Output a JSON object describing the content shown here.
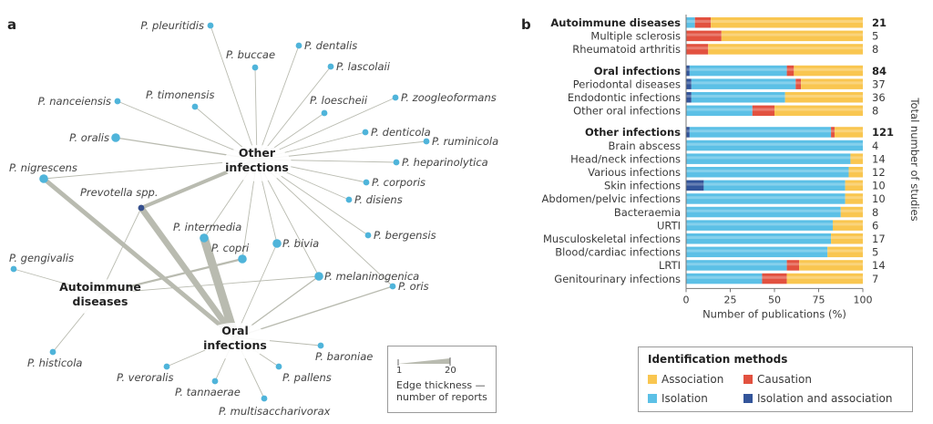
{
  "panel_a": {
    "letter": "a",
    "hubs": {
      "other": [
        "Other",
        "infections"
      ],
      "auto": [
        "Autoimmune",
        "diseases"
      ],
      "oral": [
        "Oral",
        "infections"
      ]
    },
    "species": [
      {
        "id": "pleuritidis",
        "label": "P. pleuritidis"
      },
      {
        "id": "buccae",
        "label": "P. buccae"
      },
      {
        "id": "dentalis",
        "label": "P. dentalis"
      },
      {
        "id": "lascolaii",
        "label": "P. lascolaii"
      },
      {
        "id": "nanceiensis",
        "label": "P. nanceiensis"
      },
      {
        "id": "timonensis",
        "label": "P. timonensis"
      },
      {
        "id": "loescheii",
        "label": "P. loescheii"
      },
      {
        "id": "zoogleoformans",
        "label": "P. zoogleoformans"
      },
      {
        "id": "oralis",
        "label": "P. oralis"
      },
      {
        "id": "denticola",
        "label": "P. denticola"
      },
      {
        "id": "ruminicola",
        "label": "P. ruminicola"
      },
      {
        "id": "heparinolytica",
        "label": "P. heparinolytica"
      },
      {
        "id": "nigrescens",
        "label": "P. nigrescens"
      },
      {
        "id": "corporis",
        "label": "P. corporis"
      },
      {
        "id": "disiens",
        "label": "P. disiens"
      },
      {
        "id": "prevotella_spp",
        "label": "Prevotella spp."
      },
      {
        "id": "intermedia",
        "label": "P. intermedia"
      },
      {
        "id": "copri",
        "label": "P. copri"
      },
      {
        "id": "bivia",
        "label": "P. bivia"
      },
      {
        "id": "bergensis",
        "label": "P. bergensis"
      },
      {
        "id": "melaninogenica",
        "label": "P. melaninogenica"
      },
      {
        "id": "oris",
        "label": "P. oris"
      },
      {
        "id": "gengivalis",
        "label": "P. gengivalis"
      },
      {
        "id": "histicola",
        "label": "P. histicola"
      },
      {
        "id": "veroralis",
        "label": "P. veroralis"
      },
      {
        "id": "tannaerae",
        "label": "P. tannaerae"
      },
      {
        "id": "multisaccharivorax",
        "label": "P. multisaccharivorax"
      },
      {
        "id": "pallens",
        "label": "P. pallens"
      },
      {
        "id": "baroniae",
        "label": "P. baroniae"
      }
    ],
    "edges": [
      {
        "from": "other",
        "to": "pleuritidis",
        "reports": 1
      },
      {
        "from": "other",
        "to": "buccae",
        "reports": 1
      },
      {
        "from": "other",
        "to": "dentalis",
        "reports": 1
      },
      {
        "from": "other",
        "to": "lascolaii",
        "reports": 1
      },
      {
        "from": "other",
        "to": "nanceiensis",
        "reports": 1
      },
      {
        "from": "other",
        "to": "timonensis",
        "reports": 1
      },
      {
        "from": "other",
        "to": "loescheii",
        "reports": 1
      },
      {
        "from": "other",
        "to": "zoogleoformans",
        "reports": 1
      },
      {
        "from": "other",
        "to": "oralis",
        "reports": 2
      },
      {
        "from": "other",
        "to": "denticola",
        "reports": 1
      },
      {
        "from": "other",
        "to": "ruminicola",
        "reports": 1
      },
      {
        "from": "other",
        "to": "heparinolytica",
        "reports": 1
      },
      {
        "from": "other",
        "to": "nigrescens",
        "reports": 1
      },
      {
        "from": "other",
        "to": "corporis",
        "reports": 1
      },
      {
        "from": "other",
        "to": "disiens",
        "reports": 1
      },
      {
        "from": "other",
        "to": "prevotella_spp",
        "reports": 8
      },
      {
        "from": "other",
        "to": "intermedia",
        "reports": 1
      },
      {
        "from": "other",
        "to": "copri",
        "reports": 1
      },
      {
        "from": "other",
        "to": "bivia",
        "reports": 1
      },
      {
        "from": "other",
        "to": "bergensis",
        "reports": 1
      },
      {
        "from": "other",
        "to": "melaninogenica",
        "reports": 1
      },
      {
        "from": "other",
        "to": "oris",
        "reports": 1
      },
      {
        "from": "auto",
        "to": "gengivalis",
        "reports": 1
      },
      {
        "from": "auto",
        "to": "histicola",
        "reports": 1
      },
      {
        "from": "auto",
        "to": "prevotella_spp",
        "reports": 1
      },
      {
        "from": "auto",
        "to": "copri",
        "reports": 4
      },
      {
        "from": "auto",
        "to": "melaninogenica",
        "reports": 1
      },
      {
        "from": "oral",
        "to": "nigrescens",
        "reports": 10
      },
      {
        "from": "oral",
        "to": "prevotella_spp",
        "reports": 14
      },
      {
        "from": "oral",
        "to": "intermedia",
        "reports": 20
      },
      {
        "from": "oral",
        "to": "bivia",
        "reports": 1
      },
      {
        "from": "oral",
        "to": "melaninogenica",
        "reports": 2
      },
      {
        "from": "oral",
        "to": "oris",
        "reports": 2
      },
      {
        "from": "oral",
        "to": "veroralis",
        "reports": 1
      },
      {
        "from": "oral",
        "to": "tannaerae",
        "reports": 1
      },
      {
        "from": "oral",
        "to": "multisaccharivorax",
        "reports": 1
      },
      {
        "from": "oral",
        "to": "pallens",
        "reports": 1
      },
      {
        "from": "oral",
        "to": "baroniae",
        "reports": 1
      }
    ],
    "edge_legend": {
      "min": "1",
      "max": "20",
      "caption": [
        "Edge thickness —",
        "number of reports"
      ]
    }
  },
  "colors": {
    "association": "#f9c650",
    "causation": "#e2513f",
    "isolation": "#5cc0e6",
    "isolation_association": "#33559a",
    "node": "#4fb4da",
    "node_dark": "#354f8e",
    "edge": "#b9bbb0"
  },
  "chart_data": {
    "type": "bar",
    "orientation": "horizontal",
    "stacked": true,
    "title": "",
    "panel_letter": "b",
    "xlabel": "Number of publications (%)",
    "right_axis_label": "Total number of studies",
    "xlim": [
      0,
      100
    ],
    "xticks": [
      "0",
      "25",
      "50",
      "75",
      "100"
    ],
    "series_order": [
      "isolation_association",
      "isolation",
      "causation",
      "association"
    ],
    "series_names": {
      "association": "Association",
      "causation": "Causation",
      "isolation": "Isolation",
      "isolation_association": "Isolation and association"
    },
    "groups": [
      {
        "label": "Autoimmune diseases",
        "total": "21",
        "bold": true,
        "values": {
          "isolation_association": 0,
          "isolation": 5,
          "causation": 9,
          "association": 86
        }
      },
      {
        "label": "Multiple sclerosis",
        "total": "5",
        "values": {
          "isolation_association": 0,
          "isolation": 0,
          "causation": 20,
          "association": 80
        }
      },
      {
        "label": "Rheumatoid arthritis",
        "total": "8",
        "values": {
          "isolation_association": 0,
          "isolation": 0,
          "causation": 12.5,
          "association": 87.5
        }
      },
      {
        "gap": true
      },
      {
        "label": "Oral infections",
        "total": "84",
        "bold": true,
        "values": {
          "isolation_association": 2,
          "isolation": 55,
          "causation": 4,
          "association": 39
        }
      },
      {
        "label": "Periodontal diseases",
        "total": "37",
        "values": {
          "isolation_association": 3,
          "isolation": 59,
          "causation": 3,
          "association": 35
        }
      },
      {
        "label": "Endodontic infections",
        "total": "36",
        "values": {
          "isolation_association": 3,
          "isolation": 53,
          "causation": 0,
          "association": 44
        }
      },
      {
        "label": "Other oral infections",
        "total": "8",
        "values": {
          "isolation_association": 0,
          "isolation": 37.5,
          "causation": 12.5,
          "association": 50
        }
      },
      {
        "gap": true
      },
      {
        "label": "Other infections",
        "total": "121",
        "bold": true,
        "values": {
          "isolation_association": 2,
          "isolation": 80,
          "causation": 2,
          "association": 16
        }
      },
      {
        "label": "Brain abscess",
        "total": "4",
        "values": {
          "isolation_association": 0,
          "isolation": 100,
          "causation": 0,
          "association": 0
        }
      },
      {
        "label": "Head/neck infections",
        "total": "14",
        "values": {
          "isolation_association": 0,
          "isolation": 93,
          "causation": 0,
          "association": 7
        }
      },
      {
        "label": "Various infections",
        "total": "12",
        "values": {
          "isolation_association": 0,
          "isolation": 92,
          "causation": 0,
          "association": 8
        }
      },
      {
        "label": "Skin infections",
        "total": "10",
        "values": {
          "isolation_association": 10,
          "isolation": 80,
          "causation": 0,
          "association": 10
        }
      },
      {
        "label": "Abdomen/pelvic infections",
        "total": "10",
        "values": {
          "isolation_association": 0,
          "isolation": 90,
          "causation": 0,
          "association": 10
        }
      },
      {
        "label": "Bacteraemia",
        "total": "8",
        "values": {
          "isolation_association": 0,
          "isolation": 87.5,
          "causation": 0,
          "association": 12.5
        }
      },
      {
        "label": "URTI",
        "total": "6",
        "values": {
          "isolation_association": 0,
          "isolation": 83,
          "causation": 0,
          "association": 17
        }
      },
      {
        "label": "Musculoskeletal infections",
        "total": "17",
        "values": {
          "isolation_association": 0,
          "isolation": 82,
          "causation": 0,
          "association": 18
        }
      },
      {
        "label": "Blood/cardiac infections",
        "total": "5",
        "values": {
          "isolation_association": 0,
          "isolation": 80,
          "causation": 0,
          "association": 20
        }
      },
      {
        "label": "LRTI",
        "total": "14",
        "values": {
          "isolation_association": 0,
          "isolation": 57,
          "causation": 7,
          "association": 36
        }
      },
      {
        "label": "Genitourinary infections",
        "total": "7",
        "values": {
          "isolation_association": 0,
          "isolation": 43,
          "causation": 14,
          "association": 43
        }
      }
    ],
    "legend": {
      "title": "Identification methods",
      "items": [
        {
          "key": "association",
          "label": "Association"
        },
        {
          "key": "causation",
          "label": "Causation"
        },
        {
          "key": "isolation",
          "label": "Isolation"
        },
        {
          "key": "isolation_association",
          "label": "Isolation and association"
        }
      ],
      "placement": "bottom"
    }
  }
}
